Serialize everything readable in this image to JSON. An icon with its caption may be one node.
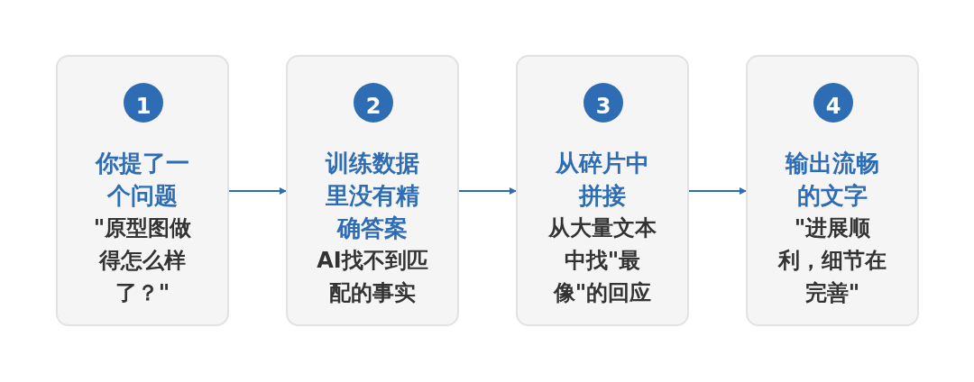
{
  "diagram": {
    "nodes": [
      {
        "text": [
          "1",
          "你提了一个问题",
          "\"原型图做得怎么样了？\""
        ]
      },
      {
        "text": [
          "2",
          "训练数据里没有精确答案",
          "AI找不到匹配的事实"
        ]
      },
      {
        "text": [
          "3",
          "从碎片中拼接",
          "从大量文本中找\"最像\"的回应"
        ]
      },
      {
        "text": [
          "4",
          "输出流畅的文字",
          "\"进展顺利，细节在完善\""
        ]
      }
    ],
    "edges": [
      {
        "from": 0,
        "to": 1,
        "arrow": "to"
      },
      {
        "from": 1,
        "to": 2,
        "arrow": "to"
      },
      {
        "from": 2,
        "to": 3,
        "arrow": "to"
      }
    ]
  }
}
